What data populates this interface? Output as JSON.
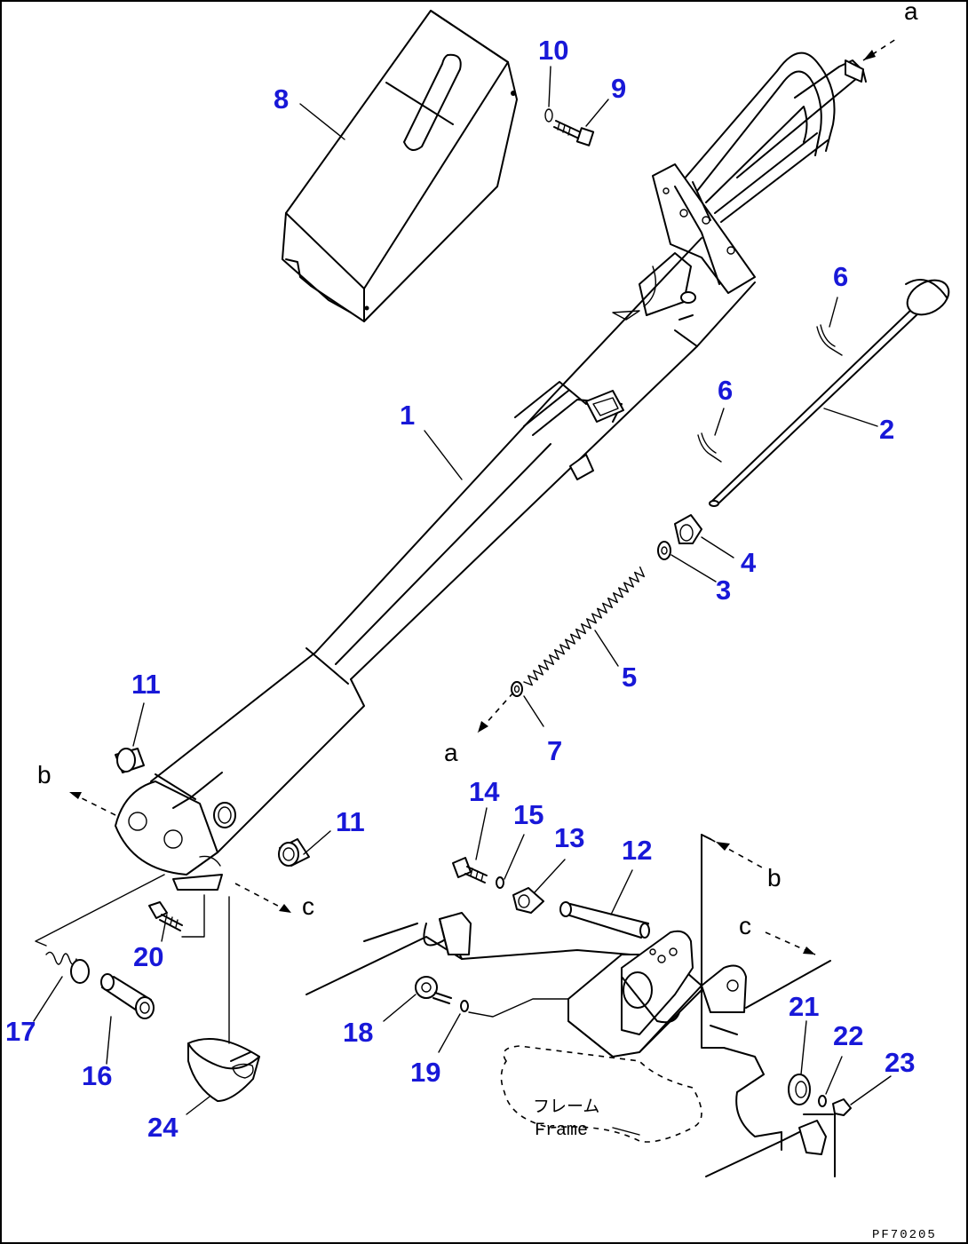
{
  "diagram": {
    "part_numbers": [
      "1",
      "2",
      "3",
      "4",
      "5",
      "6",
      "6",
      "7",
      "8",
      "9",
      "10",
      "11",
      "11",
      "12",
      "13",
      "14",
      "15",
      "16",
      "17",
      "18",
      "19",
      "20",
      "21",
      "22",
      "23",
      "24"
    ],
    "reference_letters": [
      "a",
      "a",
      "b",
      "b",
      "c",
      "c"
    ],
    "frame_label_jp": "フレーム",
    "frame_label_en": "Frame",
    "drawing_code": "PF70205",
    "colors": {
      "callout": "#1818d8",
      "line": "#000000",
      "background": "#ffffff"
    }
  }
}
